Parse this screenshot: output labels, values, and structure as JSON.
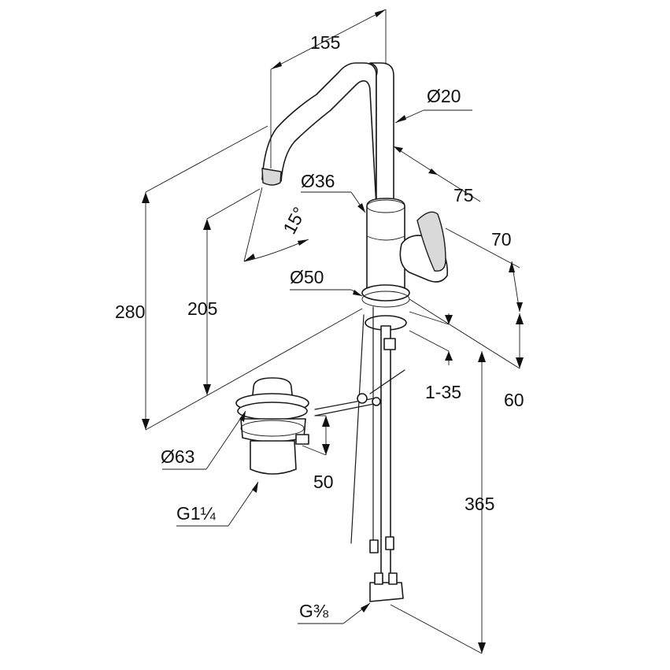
{
  "dimensions": {
    "d155": "155",
    "dia20": "Ø20",
    "d75": "75",
    "dia36": "Ø36",
    "angle15": "15°",
    "d70": "70",
    "dia50": "Ø50",
    "d280": "280",
    "d205": "205",
    "d1_35": "1-35",
    "d60": "60",
    "dia63": "Ø63",
    "d50": "50",
    "g1_1_4": "G1¼",
    "d365": "365",
    "g3_8": "G⅜"
  }
}
